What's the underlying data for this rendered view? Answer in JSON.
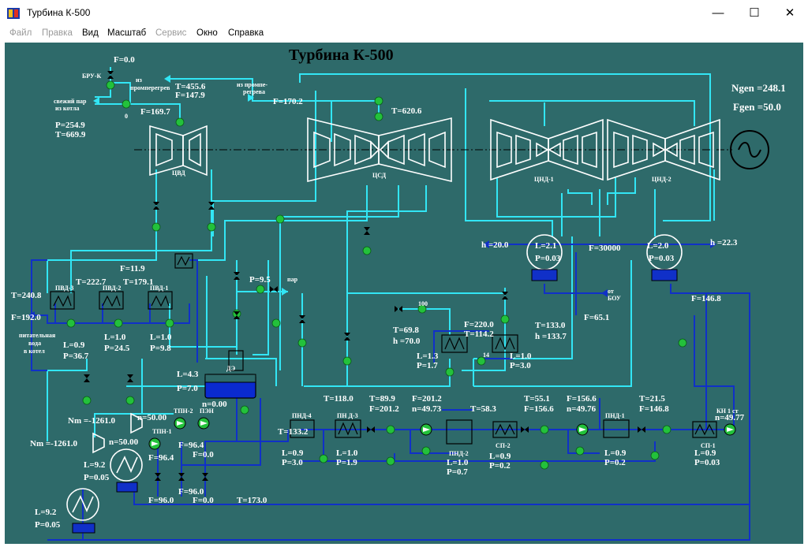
{
  "window": {
    "title": "Турбина К-500",
    "minimize": "—",
    "maximize": "☐",
    "close": "✕"
  },
  "menu": [
    "Файл",
    "Правка",
    "Вид",
    "Масштаб",
    "Сервис",
    "Окно",
    "Справка"
  ],
  "scheme": {
    "title": "Турбина К-500",
    "gen_power": "Ngen =248.1",
    "gen_freq": "Fgen  =50.0",
    "turbines": {
      "cvd": "ЦВД",
      "csd": "ЦСД",
      "cnd1": "ЦНД-1",
      "cnd2": "ЦНД-2"
    },
    "heaters": {
      "pvd3": "ПВД-3",
      "pvd2": "ПВД-2",
      "pvd1": "ПВД-1",
      "pnd4": "ПНД-4",
      "pnd3": "ПН Д-3",
      "pnd2": "ПНД-2",
      "pnd1": "ПНД-1",
      "sp2": "СП-2",
      "sp1": "СП-1",
      "de": "ДЭ",
      "tpn1": "ТПН-1",
      "tpn2": "ТПН-2",
      "pen": "ПЭН",
      "kn1": "КН 1 ст"
    },
    "notes": {
      "bru": "БРУ-К",
      "fresh_steam_1": "свежий пар",
      "fresh_steam_2": "из котла",
      "from_rh_1": "из",
      "from_rh_2": "промперегрев",
      "to_rh_1": "из промпе-",
      "to_rh_2": "регрева",
      "feed_1": "питательная",
      "feed_2": "вода",
      "feed_3": "в котел",
      "steam": "пар",
      "bou_1": "от",
      "bou_2": "БОУ",
      "zero": "0"
    },
    "readouts": {
      "f_bru": "F=0.0",
      "t_rh_in": "T=455.6",
      "f_rh_in": "F=147.9",
      "f_cvd": "F=169.7",
      "p_fresh": "P=254.9",
      "t_fresh": "T=669.9",
      "f_rh_out": "F=170.2",
      "t_csd": "T=620.6",
      "f_pvd": "F=11.9",
      "t_pvd2": "T=222.7",
      "t_pvd1": "T=179.1",
      "t_feed": "T=240.8",
      "f_feed": "F=192.0",
      "p_steam": "P=9.5",
      "l_pvd3": "L=0.9",
      "p_pvd3": "P=36.7",
      "l_pvd2": "L=1.0",
      "p_pvd2": "P=24.5",
      "l_pvd1": "L=1.0",
      "p_pvd1": "P=9.8",
      "h_left": "h =20.0",
      "l_cond1": "L=2.1",
      "p_cond1": "P=0.03",
      "f_cw": "F=30000",
      "l_cond2": "L=2.0",
      "p_cond2": "P=0.03",
      "h_right": "h =22.3",
      "v100": "100",
      "t_sp": "T=69.8",
      "h_sp": "h =70.0",
      "f_sp": "F=220.0",
      "t_sp2": "T=114.2",
      "t_133": "T=133.0",
      "h_133": "h =133.7",
      "f_65": "F=65.1",
      "f_146": "F=146.8",
      "l_sp2a": "L=1.3",
      "p_sp2a": "P=1.7",
      "v14": "14",
      "l_sp1a": "L=1.0",
      "p_sp1a": "P=3.0",
      "l_de": "L=4.3",
      "p_de": "P=7.0",
      "n_de": "n=0.00",
      "nm1": "Nm =-1261.0",
      "n_tpn": "n=50.00",
      "nm2": "Nm =-1261.0",
      "n_tpn2": "n=50.00",
      "f_964a": "F=96.4",
      "f_964b": "F=96.4",
      "f_00a": "F=0.0",
      "l_c1": "L=9.2",
      "p_c1": "P=0.05",
      "f_960a": "F=96.0",
      "f_960b": "F=96.0",
      "f_00b": "F=0.0",
      "t_173": "T=173.0",
      "l_c2": "L=9.2",
      "p_c2": "P=0.05",
      "t_1332": "T=133.2",
      "t_1180": "T=118.0",
      "t_899": "T=89.9",
      "f_2012a": "F=201.2",
      "f_2012b": "F=201.2",
      "n_4973": "n=49.73",
      "t_583": "T=58.3",
      "t_551": "T=55.1",
      "f_1566a": "F=156.6",
      "f_1566b": "F=156.6",
      "n_4976": "n=49.76",
      "t_215": "T=21.5",
      "f_1468": "F=146.8",
      "n_4977": "n=49.77",
      "l_pnd4": "L=0.9",
      "p_pnd4": "P=3.0",
      "l_pnd3": "L=1.0",
      "p_pnd3": "P=1.9",
      "l_pnd2": "L=1.0",
      "p_pnd2": "P=0.7",
      "l_sp2": "L=0.9",
      "p_sp2": "P=0.2",
      "l_pnd1": "L=0.9",
      "p_pnd1": "P=0.2",
      "l_sp1": "L=0.9",
      "p_sp1": "P=0.03"
    }
  },
  "colors": {
    "canvas": "#2e6a6a",
    "steam_line": "#32e6f5",
    "water_line": "#1030c8",
    "pump_green": "#23c13b"
  }
}
